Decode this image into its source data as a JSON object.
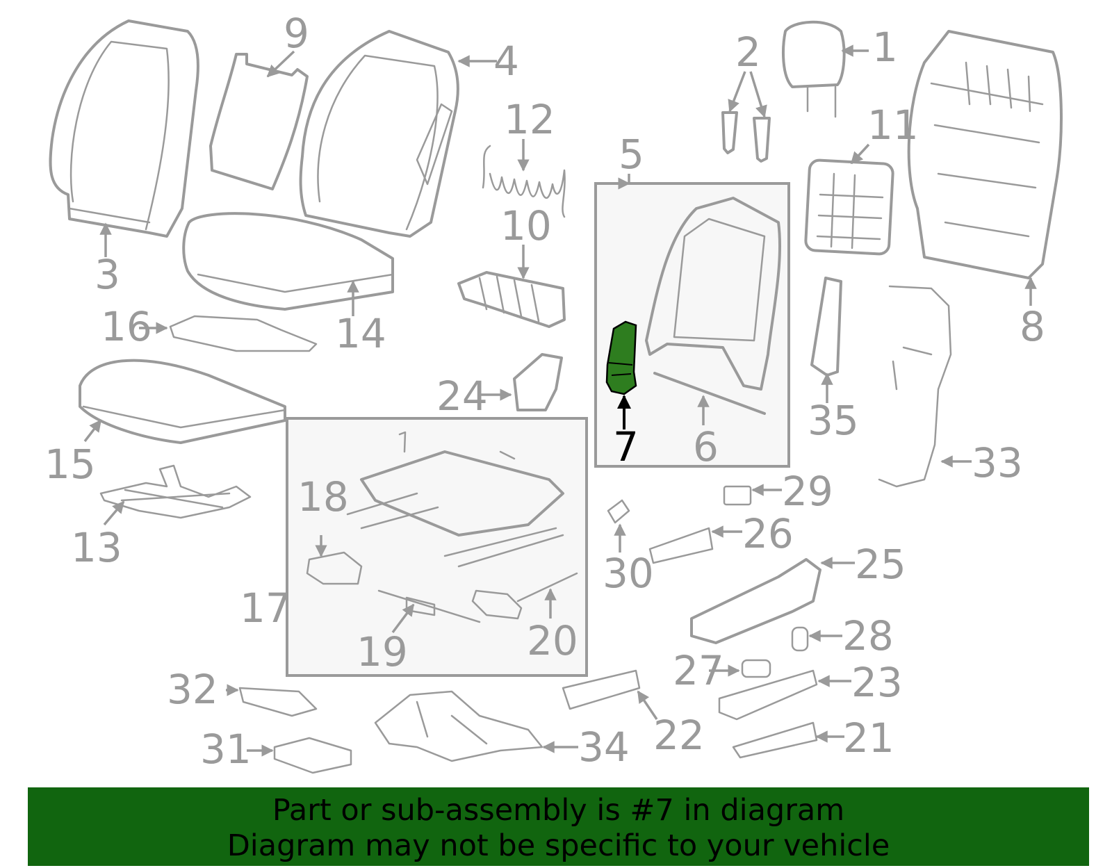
{
  "diagram": {
    "highlight_part": "7",
    "highlight_color": "#2e7d1f",
    "callouts": [
      "1",
      "2",
      "3",
      "4",
      "5",
      "6",
      "7",
      "8",
      "9",
      "10",
      "11",
      "12",
      "13",
      "14",
      "15",
      "16",
      "17",
      "18",
      "19",
      "20",
      "21",
      "22",
      "23",
      "24",
      "25",
      "26",
      "27",
      "28",
      "29",
      "30",
      "31",
      "32",
      "33",
      "34",
      "35"
    ]
  },
  "footer": {
    "line1": "Part or sub-assembly is #7 in diagram",
    "line2": "Diagram may not be specific to your vehicle",
    "background": "#11650f"
  }
}
